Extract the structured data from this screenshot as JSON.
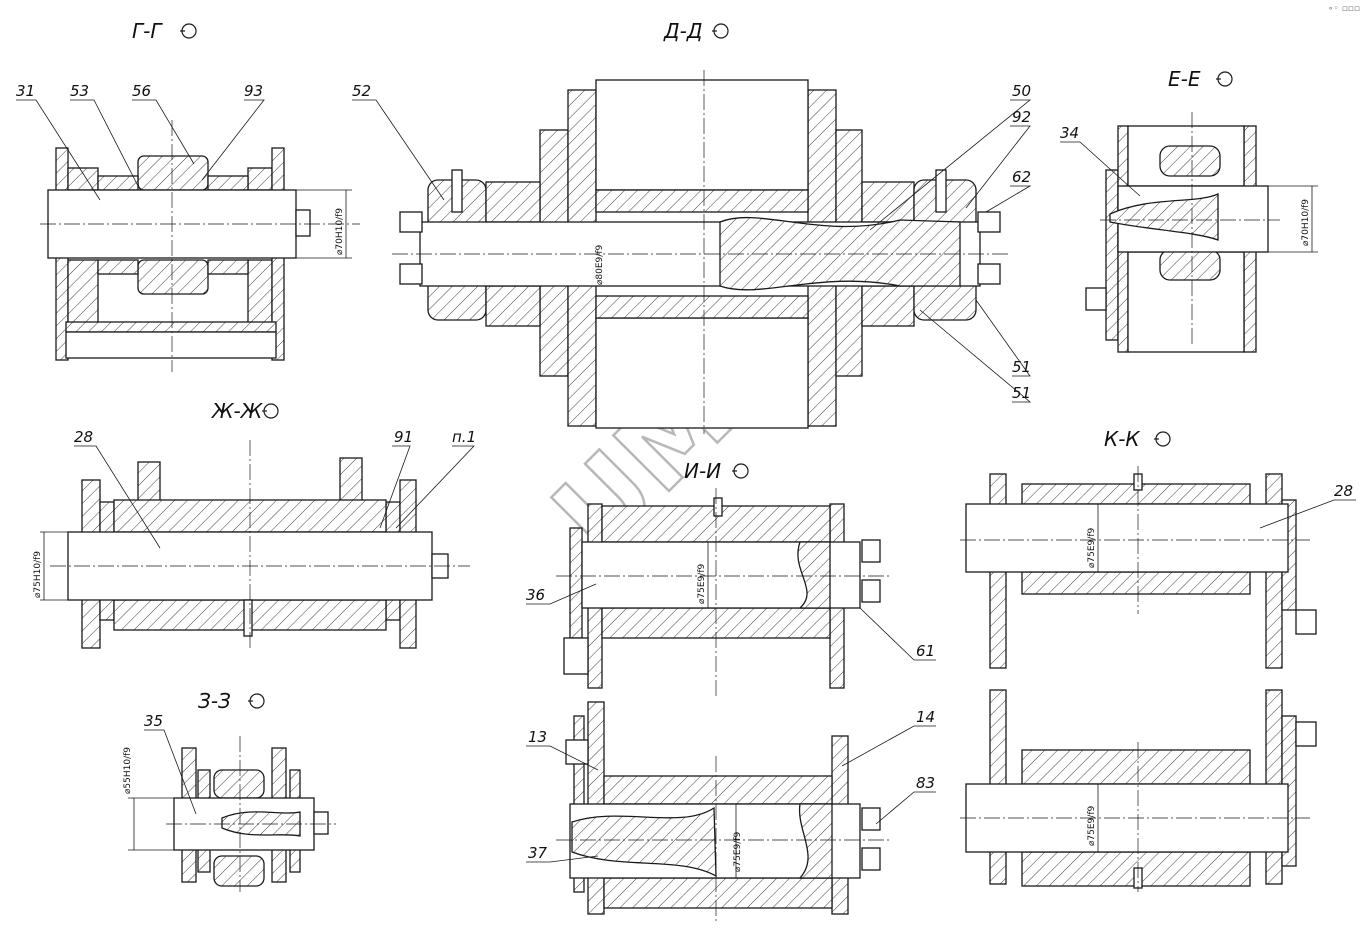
{
  "views": {
    "gg": "Г-Г",
    "dd": "Д-Д",
    "ee": "Е-Е",
    "zhzh": "Ж-Ж",
    "ii": "И-И",
    "kk": "К-К",
    "zz": "З-З"
  },
  "positions": {
    "p31": "31",
    "p53": "53",
    "p56": "56",
    "p93": "93",
    "p52": "52",
    "p50": "50",
    "p92": "92",
    "p62": "62",
    "p51a": "51",
    "p51b": "51",
    "p34": "34",
    "p28a": "28",
    "p91": "91",
    "pn1": "п.1",
    "p36": "36",
    "p61": "61",
    "p28b": "28",
    "p35": "35",
    "p13": "13",
    "p14": "14",
    "p83": "83",
    "p37": "37"
  },
  "dimensions": {
    "gg": "⌀70H10/f9",
    "dd": "⌀80E9/f9",
    "ee": "⌀70H10/f9",
    "zhzh": "⌀75H10/f9",
    "ii": "⌀75E9/f9",
    "kk_top": "⌀75E9/f9",
    "kk_bottom": "⌀75E9/f9",
    "zz": "⌀55H10/f9",
    "lower": "⌀75E9/f9"
  },
  "watermark": "UMG",
  "corner_marks": "∘◦ ▫▫▫"
}
